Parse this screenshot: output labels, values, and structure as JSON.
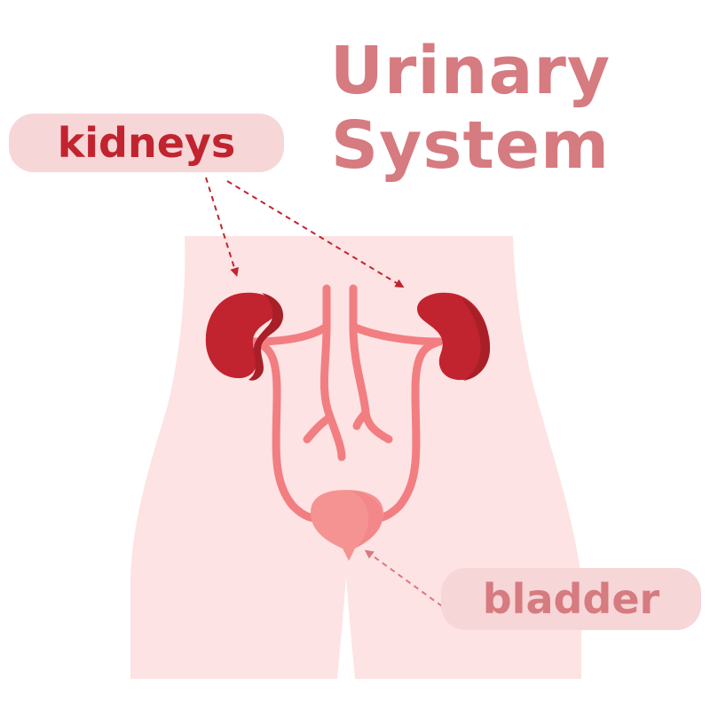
{
  "title": {
    "line1": "Urinary",
    "line2": "System"
  },
  "labels": {
    "kidneys": "kidneys",
    "bladder": "bladder"
  },
  "colors": {
    "title": "#d67b80",
    "kidneys_label": "#c1242f",
    "bladder_label": "#d67b80",
    "label_pill": "#f7d6d7",
    "body": "#fde3e3",
    "kidney": "#c1242f",
    "kidney_shade": "#a81f28",
    "vessels": "#f27e82",
    "bladder": "#f59393"
  },
  "icons": [
    "body-silhouette",
    "kidney-left-icon",
    "kidney-right-icon",
    "bladder-icon"
  ]
}
